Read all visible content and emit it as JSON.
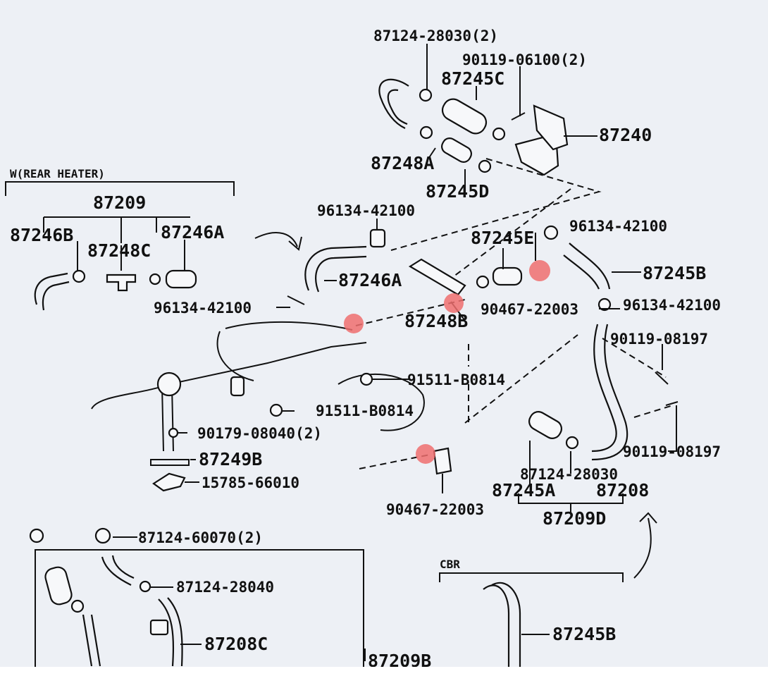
{
  "colors": {
    "background": "#edf0f5",
    "ink": "#111111",
    "marker": "#ef6f6f"
  },
  "groups": {
    "rear_heater": "W(REAR HEATER)",
    "cbr": "CBR"
  },
  "labels": {
    "l87124_28030_2": "87124-28030(2)",
    "l90119_06100_2": "90119-06100(2)",
    "l87245C": "87245C",
    "l87240": "87240",
    "l87248A": "87248A",
    "l87245D": "87245D",
    "l87209": "87209",
    "l87246B": "87246B",
    "l87248C": "87248C",
    "l87246A_top": "87246A",
    "l96134_42100_a": "96134-42100",
    "l96134_42100_b": "96134-42100",
    "l87245E": "87245E",
    "l87245B_right": "87245B",
    "l87246A_mid": "87246A",
    "l96134_42100_c": "96134-42100",
    "l90467_22003_a": "90467-22003",
    "l96134_42100_d": "96134-42100",
    "l87248B": "87248B",
    "l90119_08197_a": "90119-08197",
    "l91511_B0814_a": "91511-B0814",
    "l91511_B0814_b": "91511-B0814",
    "l90179_08040_2": "90179-08040(2)",
    "l87249B": "87249B",
    "l15785_66010": "15785-66010",
    "l90119_08197_b": "90119-08197",
    "l87124_28030": "87124-28030",
    "l87245A": "87245A",
    "l87208": "87208",
    "l90467_22003_b": "90467-22003",
    "l87209D": "87209D",
    "l87124_60070_2": "87124-60070(2)",
    "l87124_28040": "87124-28040",
    "l87208C": "87208C",
    "l87245B_bottom": "87245B",
    "l87209B": "87209B"
  }
}
